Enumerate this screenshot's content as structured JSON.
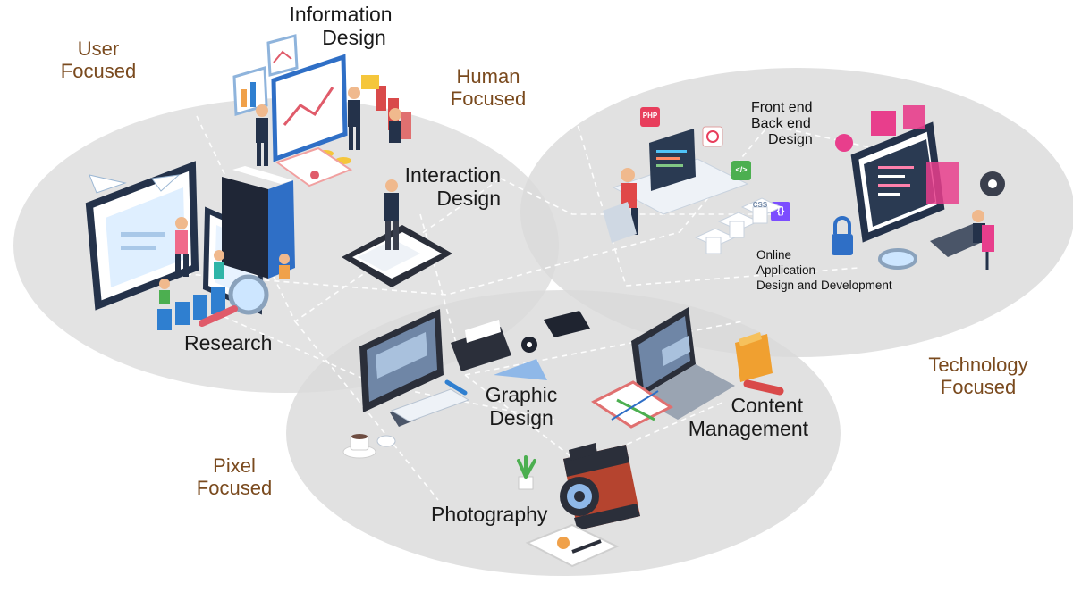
{
  "colors": {
    "ellipse": "#dcdcdc",
    "focus_label": "#7a4a1e",
    "discipline_label": "#1a1a1a",
    "accent_red": "#d94a4a",
    "accent_blue": "#2f7fd0",
    "accent_pink": "#e83e8c",
    "dark_navy": "#24324a"
  },
  "focus_areas": {
    "user": [
      "User",
      "Focused"
    ],
    "human": [
      "Human",
      "Focused"
    ],
    "technology": [
      "Technology",
      "Focused"
    ],
    "pixel": [
      "Pixel",
      "Focused"
    ]
  },
  "disciplines": {
    "information_design": [
      "Information",
      "Design"
    ],
    "interaction_design": [
      "Interaction",
      "Design"
    ],
    "research": "Research",
    "frontend_backend": [
      "Front end",
      "Back end",
      "Design"
    ],
    "online_application": [
      "Online",
      "Application",
      "Design and Development"
    ],
    "graphic_design": [
      "Graphic",
      "Design"
    ],
    "content_management": [
      "Content",
      "Management"
    ],
    "photography": "Photography"
  },
  "screen_codes": {
    "php": "PHP",
    "css": "CSS",
    "code": "</>",
    "braces": "{}"
  }
}
